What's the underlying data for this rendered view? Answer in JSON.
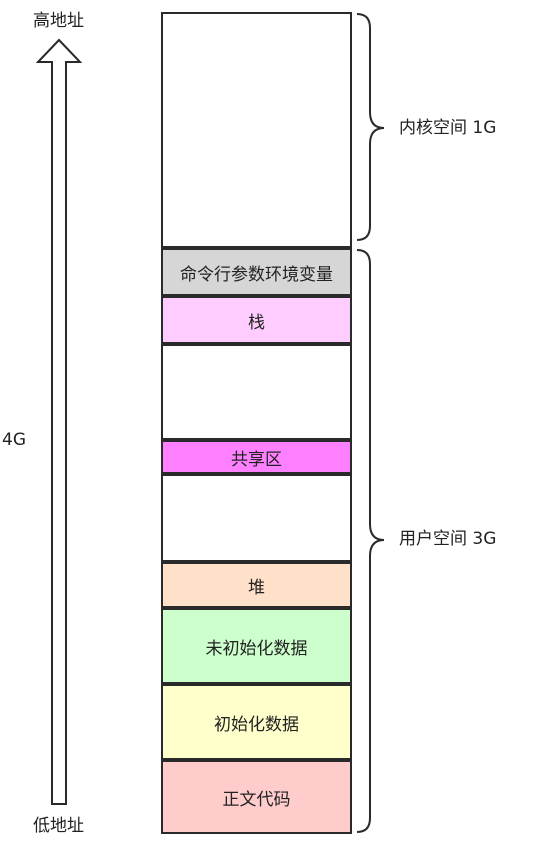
{
  "labels": {
    "high_address": "高地址",
    "low_address": "低地址",
    "total": "4G",
    "kernel_space": "内核空间 1G",
    "user_space": "用户空间 3G"
  },
  "segments": {
    "kernel": "",
    "cmdline_env": "命令行参数环境变量",
    "stack": "栈",
    "gap1": "",
    "shared": "共享区",
    "gap2": "",
    "heap": "堆",
    "bss": "未初始化数据",
    "data": "初始化数据",
    "text": "正文代码"
  },
  "colors": {
    "cmdline_env": "#d6d6d6",
    "stack": "#ffccff",
    "shared": "#ff80ff",
    "heap": "#ffe0c8",
    "bss": "#ccffcc",
    "data": "#ffffcc",
    "text": "#ffcccc",
    "arrow_fill": "#6f6ff0"
  }
}
